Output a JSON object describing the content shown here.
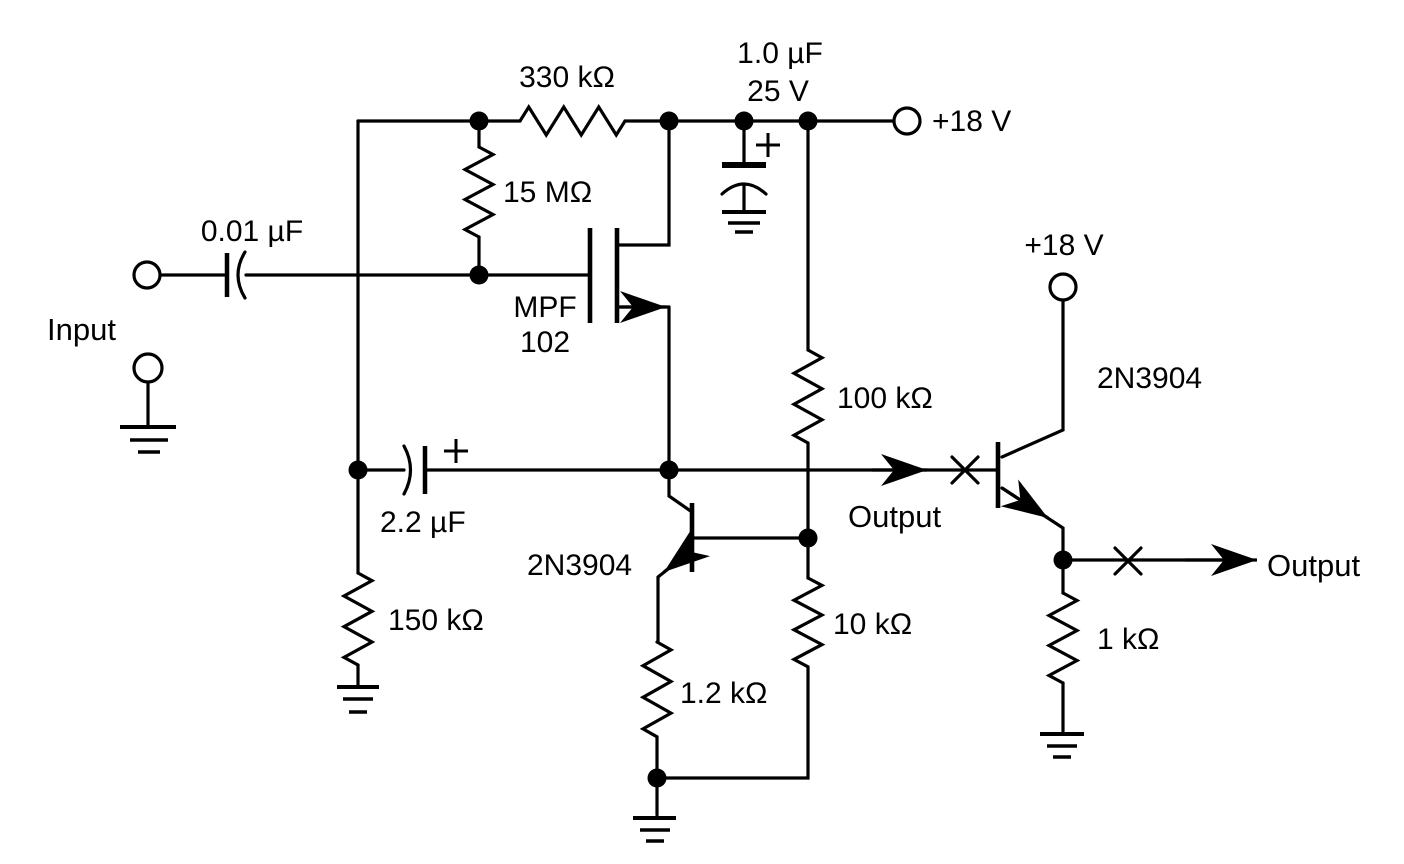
{
  "diagram": {
    "kind": "circuit-schematic",
    "description": "Two-stage high-impedance preamplifier: bootstrapped MPF 102 JFET source follower driving 2N3904 stages",
    "line_color": "#000000",
    "background": "#ffffff"
  },
  "labels": {
    "input": "Input",
    "output_stage1": "Output",
    "output_stage2": "Output",
    "supply_top": "+18 V",
    "supply_right": "+18 V"
  },
  "components": {
    "c_input": {
      "value": "0.01 µF"
    },
    "r_bias_top": {
      "value": "330 kΩ"
    },
    "r_gate": {
      "value": "15 MΩ"
    },
    "q1_line1": "MPF",
    "q1_line2": "102",
    "c_supply": {
      "value": "1.0 µF",
      "rating": "25 V"
    },
    "r_collector": {
      "value": "100 kΩ"
    },
    "c_bootstrap": {
      "value": "2.2 µF"
    },
    "r_bias_bottom": {
      "value": "150 kΩ"
    },
    "q2": {
      "name": "2N3904"
    },
    "r_emitter2": {
      "value": "1.2 kΩ"
    },
    "r_load": {
      "value": "10 kΩ"
    },
    "q3": {
      "name": "2N3904"
    },
    "r_emitter3": {
      "value": "1 kΩ"
    }
  }
}
